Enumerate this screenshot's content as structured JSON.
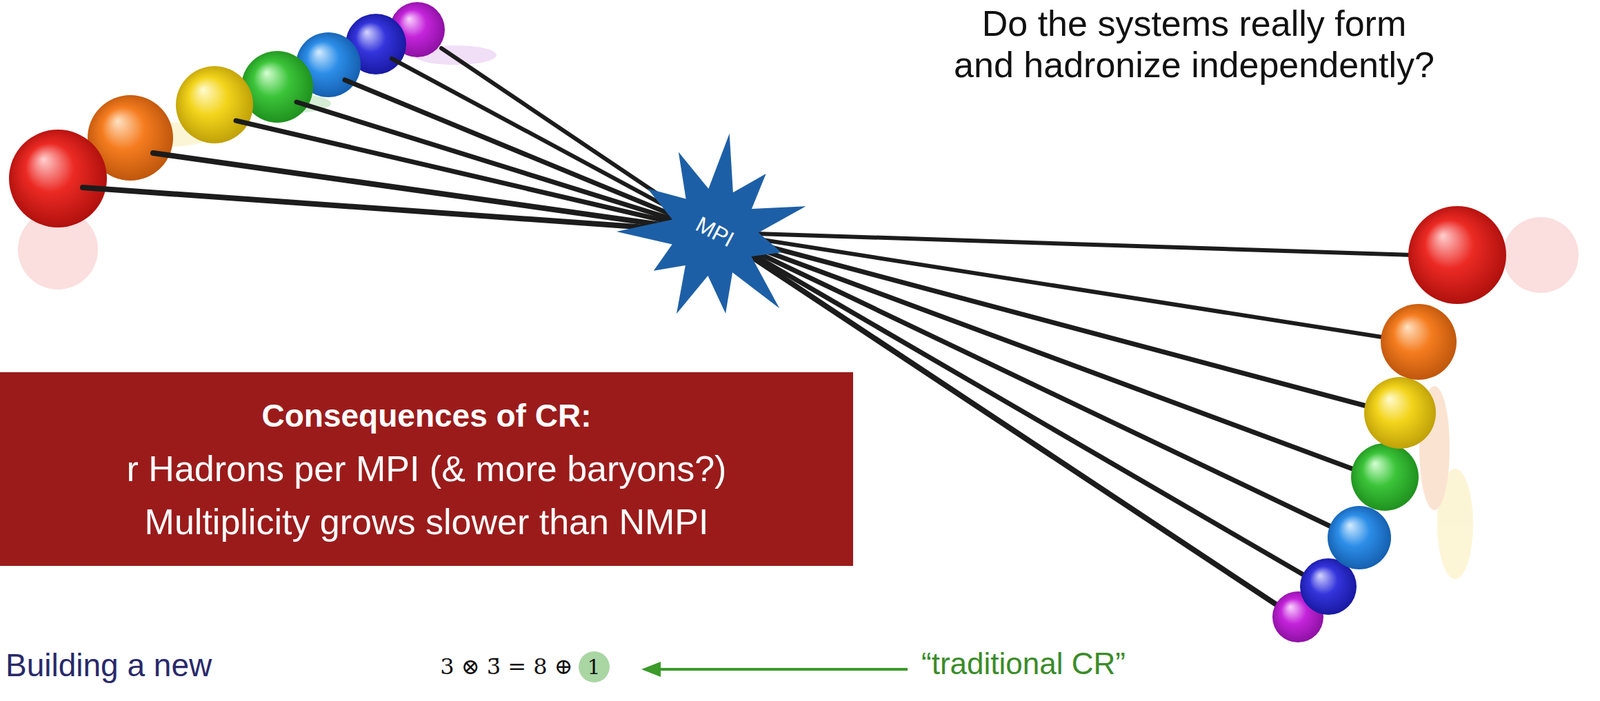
{
  "diagram": {
    "nodes": [
      {
        "text": [
          "MPI"
        ]
      },
      {
        "text": [
          "Consequences of CR:",
          "r Hadrons per MPI (& more baryons?)",
          "Multiplicity grows slower than NMPI"
        ]
      },
      {
        "text": [
          "1"
        ]
      }
    ],
    "labels": [
      "Do the systems really form and hadronize independently?",
      "Building a new",
      "3 ⊗ 3̄ = 8 ⊕",
      "“traditional CR”"
    ]
  }
}
